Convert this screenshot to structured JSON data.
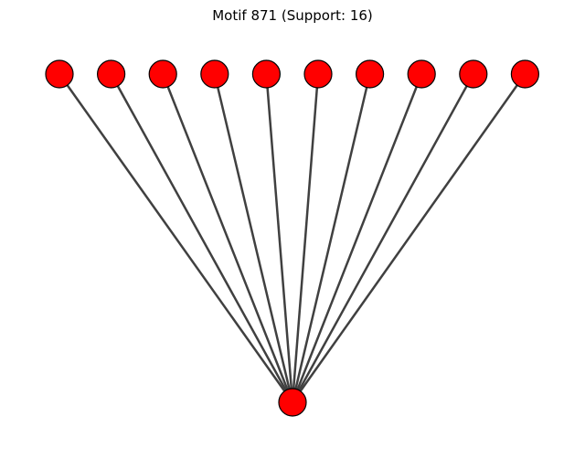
{
  "title": "Motif 871 (Support: 16)",
  "graph": {
    "node_color": "#ff0000",
    "node_stroke_color": "#000000",
    "edge_color": "#404040",
    "hub": {
      "id": "hub"
    },
    "leaves": [
      {
        "id": "leaf-1"
      },
      {
        "id": "leaf-2"
      },
      {
        "id": "leaf-3"
      },
      {
        "id": "leaf-4"
      },
      {
        "id": "leaf-5"
      },
      {
        "id": "leaf-6"
      },
      {
        "id": "leaf-7"
      },
      {
        "id": "leaf-8"
      },
      {
        "id": "leaf-9"
      },
      {
        "id": "leaf-10"
      }
    ]
  }
}
